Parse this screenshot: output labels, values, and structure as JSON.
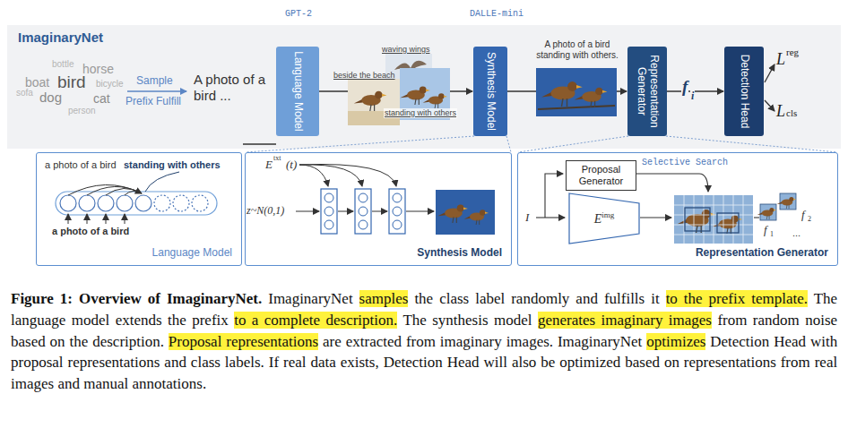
{
  "diagram": {
    "title": "ImaginaryNet",
    "caption": "Figure 1: Overview of ImaginaryNet. ImaginaryNet samples the class label randomly and fulfills it to the prefix template. The language model extends the prefix to a complete description. The synthesis model generates imaginary images from random noise based on the description. Proposal representations are extracted from imaginary images. ImaginaryNet optimizes Detection Head with proposal representations and class labels. If real data exists, Detection Head will also be optimized based on representations from real images and manual annotations.",
    "nodes": [
      {
        "text": [
          "Language Model"
        ]
      },
      {
        "text": [
          "Synthesis Model"
        ]
      },
      {
        "text": [
          "Representation Generator"
        ]
      },
      {
        "text": [
          "Detection Head"
        ]
      },
      {
        "text": [
          "Language Model"
        ]
      },
      {
        "text": [
          "Synthesis Model"
        ]
      },
      {
        "text": [
          "Representation Generator"
        ]
      },
      {
        "text": [
          "Proposal Generator"
        ],
        "in": 6
      },
      {
        "text": [
          "E",
          "img"
        ],
        "in": 6
      }
    ],
    "edges": [
      {
        "from": 0,
        "to": 1,
        "arrow": "to"
      },
      {
        "from": 1,
        "to": 2,
        "arrow": "to"
      },
      {
        "from": 2,
        "to": 3,
        "arrow": "to"
      },
      {
        "from": 0,
        "to": 4,
        "arrow": "none"
      },
      {
        "from": 1,
        "to": 5,
        "arrow": "none"
      },
      {
        "from": 2,
        "to": 6,
        "arrow": "none"
      }
    ],
    "labels": [
      "GPT-2",
      "DALLE-mini",
      "bottle",
      "horse",
      "boat",
      "bird",
      "bicycle",
      "sofa",
      "dog",
      "cat",
      "person",
      "Sample",
      "Prefix Fulfill",
      "A photo of a bird ...",
      "waving wings",
      "beside the beach",
      "standing with others",
      "A photo of a bird standing with others.",
      "f",
      "i",
      "L",
      "reg",
      "L",
      "cls",
      "a photo of a bird",
      "standing with others",
      "a photo of a bird",
      "E",
      "txt",
      "(t)",
      "z~N(0,1)",
      "Selective Search",
      "I",
      "f",
      "1",
      "f",
      "2",
      "..."
    ]
  }
}
